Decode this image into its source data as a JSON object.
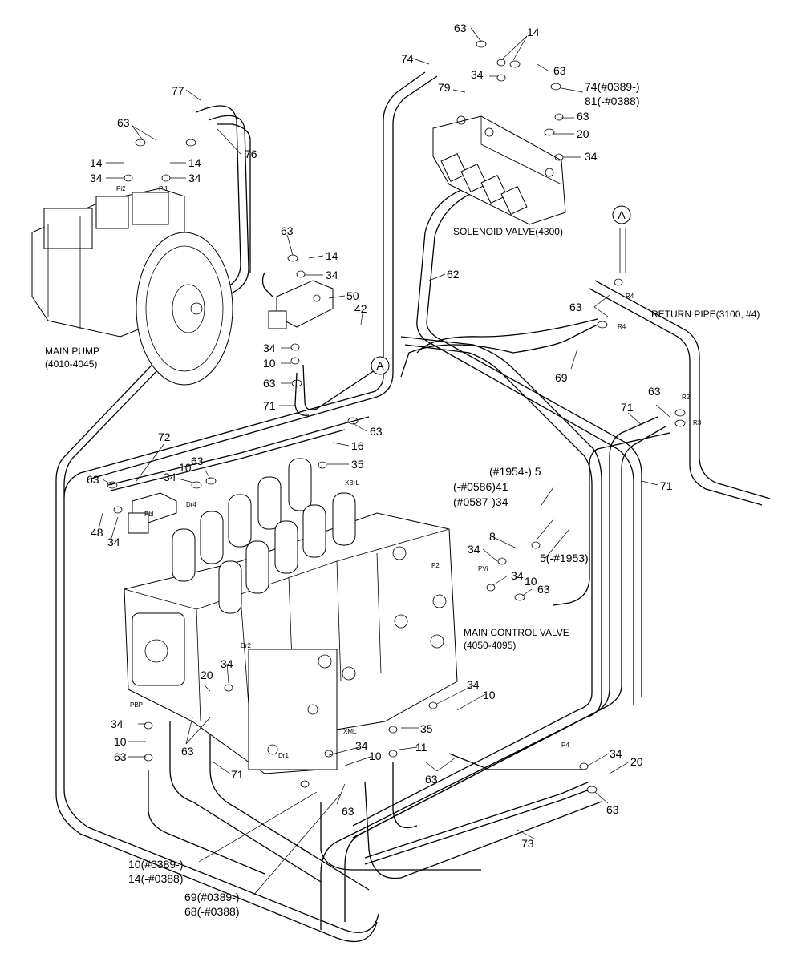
{
  "labels": {
    "n63_top": "63",
    "n14_top": "14",
    "n74": "74",
    "n63_b": "63",
    "n34_a": "34",
    "n79": "79",
    "n74_389": "74(#0389-)",
    "n81_388": "81(-#0388)",
    "n63_c": "63",
    "n20_a": "20",
    "n34_b": "34",
    "n77": "77",
    "n63_pump": "63",
    "n76": "76",
    "n14_pl": "14",
    "n34_pl": "34",
    "n14_pr": "14",
    "n34_pr": "34",
    "n63_block": "63",
    "n14_block": "14",
    "n34_block": "34",
    "n50": "50",
    "n42": "42",
    "n34_left": "34",
    "n10_left": "10",
    "n63_left": "63",
    "n71_a": "71",
    "n62": "62",
    "circle_a_top": "A",
    "circle_a_mid": "A",
    "n63_ret": "63",
    "n69": "69",
    "n71_b": "71",
    "n63_d": "63",
    "n71_c": "71",
    "n72": "72",
    "n63_e": "63",
    "n10_e": "10",
    "n34_e": "34",
    "n63_f": "63",
    "n48": "48",
    "n34_f": "34",
    "n63_g": "63",
    "n16": "16",
    "n35_a": "35",
    "n5_1954": "(#1954-) 5",
    "n41_0586": "(-#0586)41",
    "n34_0587": "(#0587-)34",
    "n8": "8",
    "n34_g": "34",
    "n5_1953": "5(-#1953)",
    "n34_h": "34",
    "n10_h": "10",
    "n63_h": "63",
    "n34_i": "34",
    "n20_i": "20",
    "n34_j": "34",
    "n10_j": "10",
    "n63_j": "63",
    "n63_k": "63",
    "n71_d": "71",
    "n34_k": "34",
    "n10_k": "10",
    "n35_b": "35",
    "n34_l": "34",
    "n10_l": "10",
    "n11": "11",
    "n63_l": "63",
    "n63_m": "63",
    "n34_m": "34",
    "n20_m": "20",
    "n63_n": "63",
    "n73": "73",
    "n10_389": "10(#0389-)",
    "n14_388": "14(-#0388)",
    "n69_389": "69(#0389-)",
    "n68_388": "68(-#0388)"
  },
  "captions": {
    "main_pump": "MAIN PUMP",
    "main_pump_range": "(4010-4045)",
    "solenoid_valve": "SOLENOID VALVE(4300)",
    "return_pipe": "RETURN PIPE(3100, #4)",
    "main_control_valve": "MAIN CONTROL VALVE",
    "main_control_valve_range": "(4050-4095)"
  },
  "port_marks": {
    "pi2": "Pi2",
    "pi1": "Pi1",
    "r4": "R4",
    "r2": "R2",
    "r3": "R3",
    "pbl": "Pbl",
    "dr4": "Dr4",
    "xbrl": "XBrL",
    "pvi": "PVi",
    "p2": "P2",
    "dr2": "Dr2",
    "pbp": "PBP",
    "dr1": "Dr1",
    "xml": "XML",
    "pf": "P4"
  }
}
